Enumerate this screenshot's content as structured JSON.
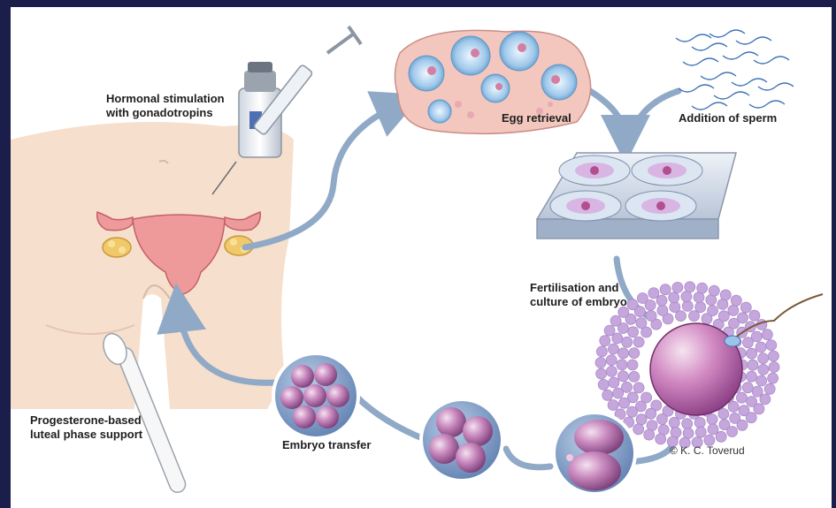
{
  "labels": {
    "hormonal": [
      "Hormonal stimulation",
      "with gonadotropins"
    ],
    "egg_retrieval": "Egg retrieval",
    "sperm": "Addition of sperm",
    "fertilisation": [
      "Fertilisation and",
      "culture of embryo"
    ],
    "progesterone": [
      "Progesterone-based",
      "luteal phase support"
    ],
    "embryo_transfer": "Embryo transfer",
    "credit": "© K. C. Toverud"
  },
  "colors": {
    "outer_background": "#1b1d4a",
    "arrow": "#8fa9c7",
    "skin": "#f6dfcc",
    "uterus": "#ee9a9a",
    "ovary_tissue": "#f3c7bd",
    "follicle": "#9fc8ea",
    "embryo_cell": "#c87fb5",
    "cumulus": "#c6a7dd",
    "sperm": "#3f74b7"
  }
}
